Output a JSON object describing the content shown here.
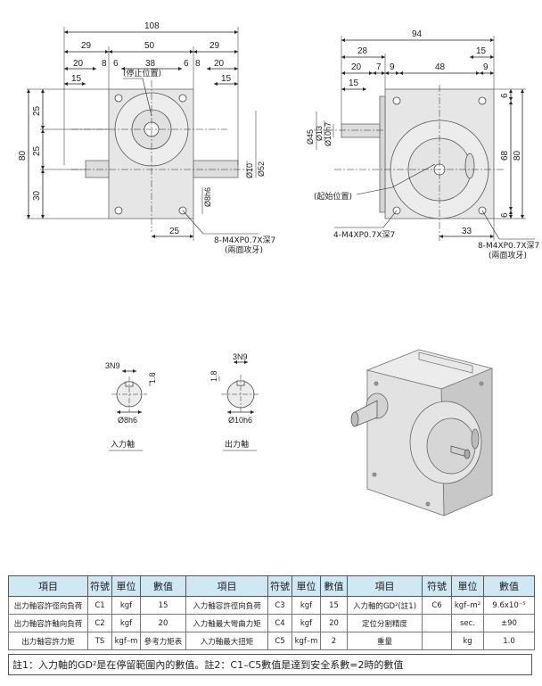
{
  "front_view": {
    "dims_top": [
      "108",
      "29",
      "50",
      "29",
      "20",
      "8",
      "6",
      "38",
      "6",
      "8",
      "20",
      "15",
      "15"
    ],
    "callout_stop": "(停止位置)",
    "dims_left": [
      "25",
      "25",
      "30",
      "80"
    ],
    "shaft_dims": [
      "Ø10",
      "Ø52",
      "Ø8h6"
    ],
    "dim_bottom": "25",
    "tap_note_1": "8-M4XP0.7X深7",
    "tap_note_2": "(兩面攻牙)"
  },
  "side_view": {
    "dims_top": [
      "94",
      "28",
      "15",
      "20",
      "7",
      "9",
      "48",
      "9",
      "15"
    ],
    "dims_left": [
      "Ø45",
      "Ø13",
      "Ø10h7"
    ],
    "dims_right": [
      "6",
      "68",
      "80",
      "6"
    ],
    "callout_start": "(起始位置)",
    "tap_note_left": "4-M4XP0.7X深7",
    "dim_bottom": "33",
    "tap_note_1": "8-M4XP0.7X深7",
    "tap_note_2": "(兩面攻牙)"
  },
  "shaft_details": [
    {
      "key_dim": "3N9",
      "depth": "1.8",
      "dia": "Ø8h6",
      "caption": "入力軸"
    },
    {
      "key_dim": "3N9",
      "depth": "1.8",
      "dia": "Ø10h6",
      "caption": "出力軸"
    }
  ],
  "table": {
    "headers": [
      "項目",
      "符號",
      "單位",
      "數值",
      "項目",
      "符號",
      "單位",
      "數值",
      "項目",
      "符號",
      "單位",
      "數值"
    ],
    "rows": [
      [
        "出力軸容許徑向負荷",
        "C1",
        "kgf",
        "15",
        "入力軸容許徑向負荷",
        "C3",
        "kgf",
        "15",
        "入力軸的GD²(註1)",
        "C6",
        "kgf–m²",
        "9.6x10⁻⁵"
      ],
      [
        "出力軸容許軸向負荷",
        "C2",
        "kgf",
        "20",
        "入力軸最大彎曲力矩",
        "C4",
        "kgf",
        "20",
        "定位分割精度",
        "",
        "sec.",
        "±90"
      ],
      [
        "出力軸容許力矩",
        "TS",
        "kgf–m",
        "參考力矩表",
        "入力軸最大扭矩",
        "C5",
        "kgf–m",
        "2",
        "重量",
        "",
        "kg",
        "1.0"
      ]
    ]
  },
  "note": "註1：入力軸的GD²是在停留範圍內的數值。註2：C1–C5數值是達到安全系數=2時的數值"
}
